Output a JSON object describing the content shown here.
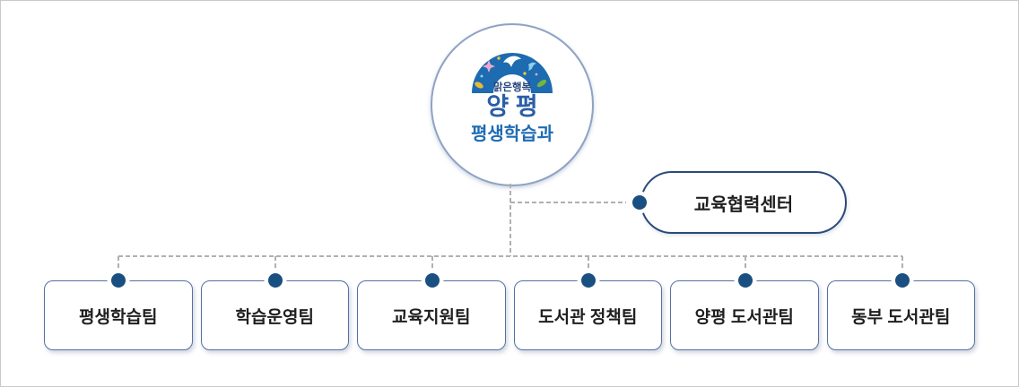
{
  "org_chart": {
    "root": {
      "logo_icon": "rainbow-arch-logo-icon",
      "logo_tagline": "맑은행복",
      "logo_name": "양 평",
      "logo_dept": "평생학습과"
    },
    "side_node": {
      "label": "교육협력센터"
    },
    "teams": [
      {
        "label": "평생학습팀"
      },
      {
        "label": "학습운영팀"
      },
      {
        "label": "교육지원팀"
      },
      {
        "label": "도서관 정책팀"
      },
      {
        "label": "양평 도서관팀"
      },
      {
        "label": "동부 도서관팀"
      }
    ],
    "colors": {
      "logo_arch_blue": "#1d6bb0",
      "logo_name_navy": "#2b5ea6",
      "logo_dept_blue": "#1e6cb3",
      "logo_tagline_navy": "#27477e",
      "circle_border": "#8ea3c4",
      "pill_border_navy": "#2a4a7c",
      "box_border_blue": "#5571a3",
      "connector_gray": "#b0b0b0",
      "dot_navy": "#1a4f81",
      "text_dark": "#1f1f1f"
    }
  }
}
